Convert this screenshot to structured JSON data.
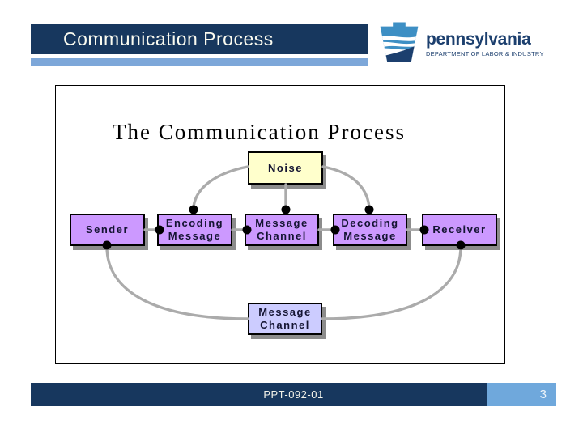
{
  "header": {
    "title": "Communication Process"
  },
  "logo": {
    "brand": "pennsylvania",
    "department": "DEPARTMENT OF LABOR & INDUSTRY",
    "icon": "keystone-icon"
  },
  "diagram": {
    "title": "The Communication Process",
    "nodes": {
      "noise": {
        "label": "Noise",
        "lines": [
          "Noise"
        ],
        "fill": "#FFFFCC"
      },
      "sender": {
        "label": "Sender",
        "lines": [
          "Sender"
        ],
        "fill": "#CC99FF"
      },
      "encoding": {
        "label": "Encoding Message",
        "lines": [
          "Encoding",
          "Message"
        ],
        "fill": "#CC99FF"
      },
      "channel": {
        "label": "Message Channel",
        "lines": [
          "Message",
          "Channel"
        ],
        "fill": "#CC99FF"
      },
      "decoding": {
        "label": "Decoding Message",
        "lines": [
          "Decoding",
          "Message"
        ],
        "fill": "#CC99FF"
      },
      "receiver": {
        "label": "Receiver",
        "lines": [
          "Receiver"
        ],
        "fill": "#CC99FF"
      },
      "channel_bottom": {
        "label": "Message Channel",
        "lines": [
          "Message",
          "Channel"
        ],
        "fill": "#CCCCFF"
      }
    },
    "edges": [
      {
        "from": "sender",
        "to": "encoding"
      },
      {
        "from": "encoding",
        "to": "channel"
      },
      {
        "from": "channel",
        "to": "decoding"
      },
      {
        "from": "decoding",
        "to": "receiver"
      },
      {
        "from": "noise",
        "to": "encoding"
      },
      {
        "from": "noise",
        "to": "channel"
      },
      {
        "from": "noise",
        "to": "decoding"
      },
      {
        "from": "sender",
        "to": "channel_bottom"
      },
      {
        "from": "receiver",
        "to": "channel_bottom"
      }
    ]
  },
  "footer": {
    "doc_id": "PPT-092-01",
    "page_number": "3"
  },
  "colors": {
    "header_navy": "#17375E",
    "accent_light_blue": "#7DA7D9",
    "footer_page_blue": "#6FA8DC",
    "noise_fill": "#FFFFCC",
    "process_fill": "#CC99FF",
    "channel_fill": "#CCCCFF",
    "connector_gray": "#ABABAB",
    "shadow_gray": "#8C8C8C",
    "logo_navy": "#1C3F6E",
    "logo_light_blue": "#3D8FC4"
  }
}
